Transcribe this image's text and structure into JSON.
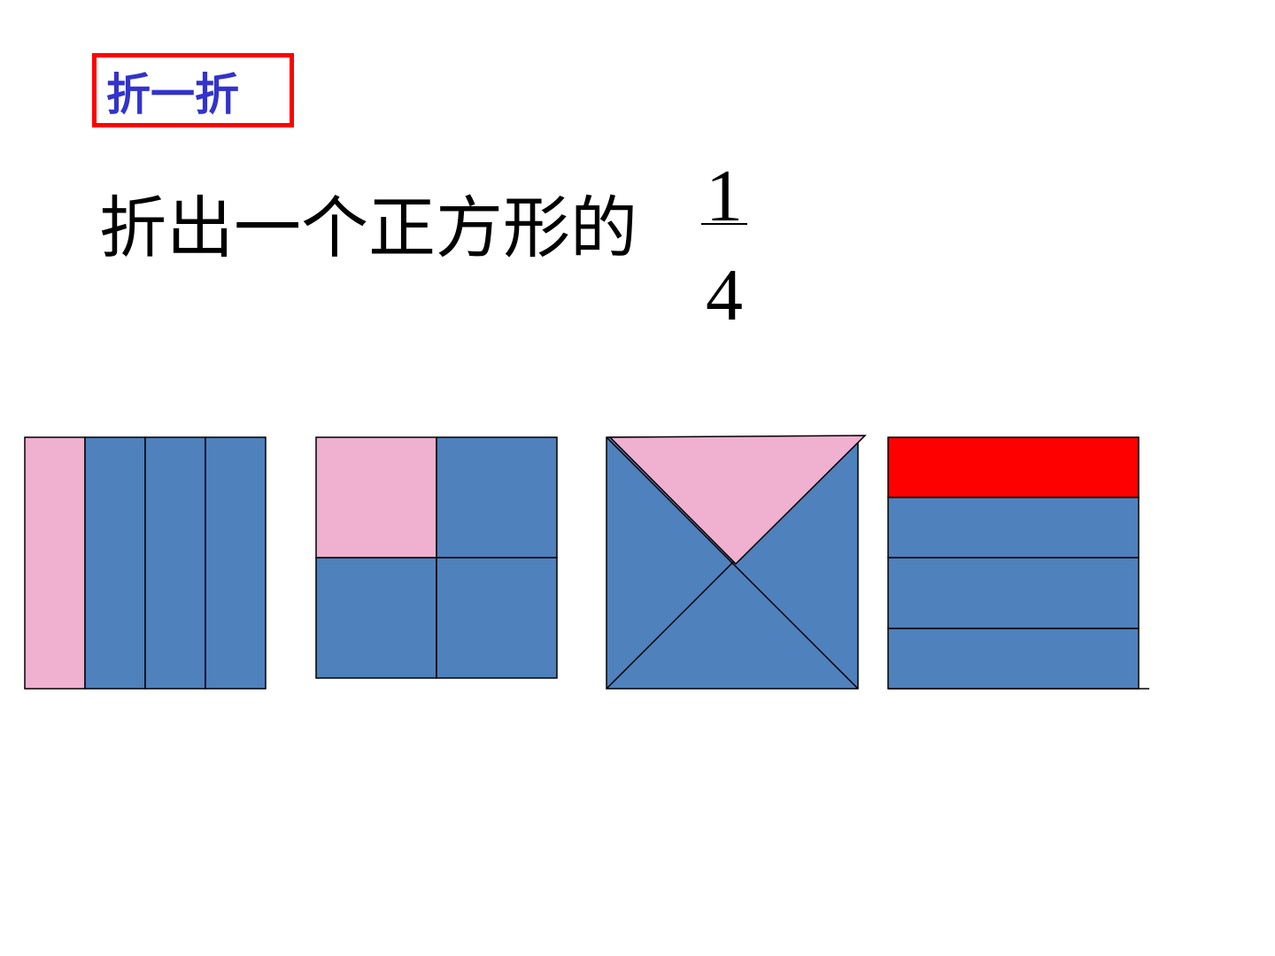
{
  "title": "折一折",
  "prompt": "折出一个正方形的",
  "fraction": {
    "numerator": "1",
    "denominator": "4"
  },
  "colors": {
    "title_border": "#ff0000",
    "title_text": "#3333cc",
    "shaded_pink": "#f0b0d0",
    "shaded_red": "#ff0000",
    "unshaded_blue": "#4f81bd",
    "outline": "#000000"
  },
  "figures": [
    {
      "division": "vertical-strips",
      "parts": 4,
      "shaded": 1
    },
    {
      "division": "quadrants",
      "parts": 4,
      "shaded": 1
    },
    {
      "division": "diagonal-triangles",
      "parts": 4,
      "shaded": 1
    },
    {
      "division": "horizontal-strips",
      "parts": 4,
      "shaded": 1
    }
  ]
}
